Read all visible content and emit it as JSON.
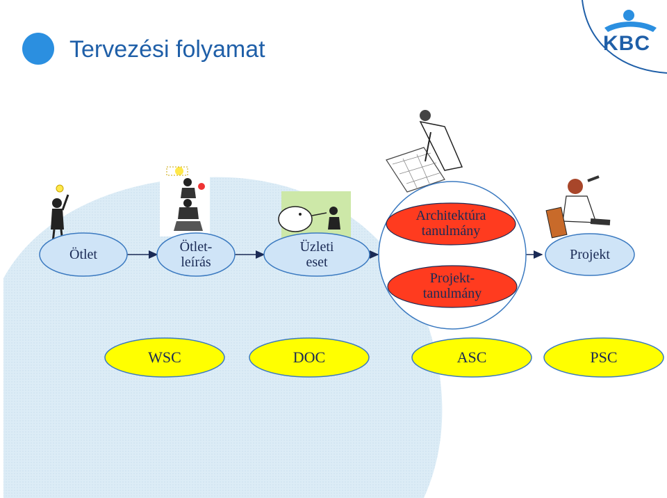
{
  "title": "Tervezési folyamat",
  "logo": {
    "text": "KBC",
    "color": "#1f5fa8"
  },
  "colors": {
    "accent": "#1f5fa8",
    "node_fill": "#cfe4f7",
    "node_stroke": "#3a79c0",
    "yellow": "#ffff00",
    "red": "#ff3b1f",
    "bg_circle": "#dcecf6"
  },
  "flow": {
    "otlet": "Ötlet",
    "otletleiras": [
      "Ötlet-",
      "leírás"
    ],
    "uzleti": [
      "Üzleti",
      "eset"
    ],
    "architektura": [
      "Architektúra",
      "tanulmány"
    ],
    "projekttanulmany": [
      "Projekt-",
      "tanulmány"
    ],
    "projekt": "Projekt"
  },
  "phases": [
    "WSC",
    "DOC",
    "ASC",
    "PSC"
  ],
  "icons": [
    "lightbulb-person-icon",
    "people-tower-icon",
    "piggy-bank-icon",
    "architect-blueprint-icon",
    "carpenter-icon"
  ]
}
